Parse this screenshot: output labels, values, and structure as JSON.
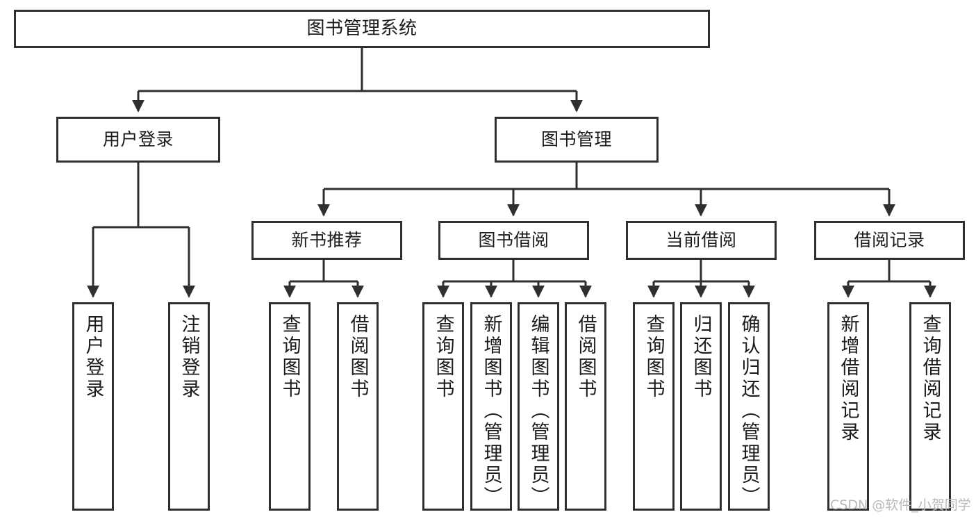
{
  "diagram": {
    "type": "tree",
    "title": "图书管理系统",
    "orientation": "top-down",
    "colors": {
      "box_border": "#2f2f2f",
      "box_fill": "#ffffff",
      "connector": "#2f2f2f",
      "background": "#ffffff",
      "watermark": "#b9b9b9"
    },
    "levels": 4,
    "root": {
      "id": "root",
      "label": "图书管理系统"
    },
    "level1": [
      {
        "id": "user-login",
        "label": "用户登录"
      },
      {
        "id": "book-manage",
        "label": "图书管理"
      }
    ],
    "level2": [
      {
        "id": "new-book-recommend",
        "label": "新书推荐",
        "parent": "book-manage"
      },
      {
        "id": "book-borrow",
        "label": "图书借阅",
        "parent": "book-manage"
      },
      {
        "id": "current-borrow",
        "label": "当前借阅",
        "parent": "book-manage"
      },
      {
        "id": "borrow-record",
        "label": "借阅记录",
        "parent": "book-manage"
      }
    ],
    "leaves": {
      "user_login": [
        {
          "id": "leaf-user-login",
          "label": "用户登录"
        },
        {
          "id": "leaf-user-logout",
          "label": "注销登录"
        }
      ],
      "new_book_recommend": [
        {
          "id": "leaf-query-book-1",
          "label": "查询图书"
        },
        {
          "id": "leaf-borrow-book-1",
          "label": "借阅图书"
        }
      ],
      "book_borrow": [
        {
          "id": "leaf-query-book-2",
          "label": "查询图书"
        },
        {
          "id": "leaf-add-book",
          "label": "新增图书（管理员）"
        },
        {
          "id": "leaf-edit-book",
          "label": "编辑图书（管理员）"
        },
        {
          "id": "leaf-borrow-book-2",
          "label": "借阅图书"
        }
      ],
      "current_borrow": [
        {
          "id": "leaf-query-book-3",
          "label": "查询图书"
        },
        {
          "id": "leaf-return-book",
          "label": "归还图书"
        },
        {
          "id": "leaf-confirm-return",
          "label": "确认归还（管理员）"
        }
      ],
      "borrow_record": [
        {
          "id": "leaf-add-record",
          "label": "新增借阅记录"
        },
        {
          "id": "leaf-query-record",
          "label": "查询借阅记录"
        }
      ]
    }
  },
  "watermark": {
    "text": "CSDN @软件_小贺同学"
  }
}
